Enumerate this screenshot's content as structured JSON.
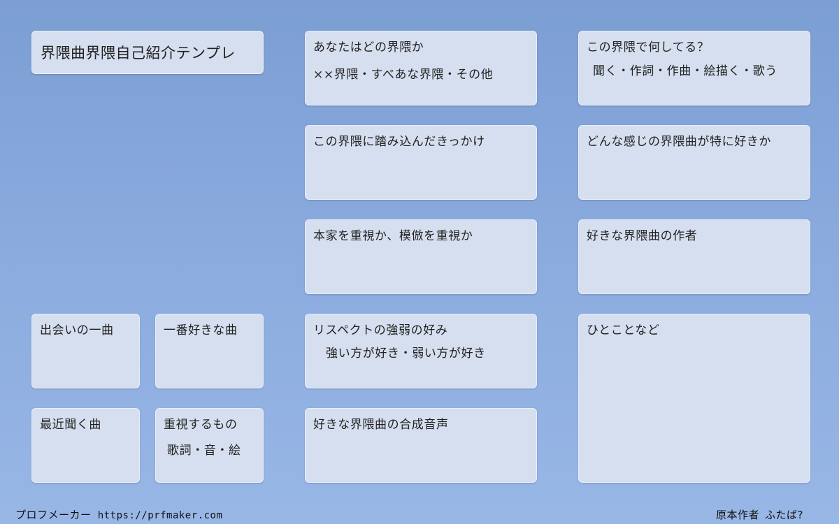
{
  "title": "界隈曲界隈自己紹介テンプレ",
  "questions": {
    "which_kai": {
      "label": "あなたはどの界隈か",
      "options": "××界隈・すべあな界隈・その他"
    },
    "what_do": {
      "label": "この界隈で何してる？",
      "options": "聞く・作詞・作曲・絵描く・歌う"
    },
    "trigger": {
      "label": "この界隈に踏み込んだきっかけ"
    },
    "fav_type": {
      "label": "どんな感じの界隈曲が特に好きか"
    },
    "original_vs_imitation": {
      "label": "本家を重視か、模倣を重視か"
    },
    "fav_creator": {
      "label": "好きな界隈曲の作者"
    },
    "first_song": {
      "label": "出会いの一曲"
    },
    "favorite_song": {
      "label": "一番好きな曲"
    },
    "respect": {
      "label": "リスペクトの強弱の好み",
      "options": "強い方が好き・弱い方が好き"
    },
    "comment": {
      "label": "ひとことなど"
    },
    "recent_song": {
      "label": "最近聞く曲"
    },
    "priority": {
      "label": "重視するもの",
      "options": "歌詞・音・絵"
    },
    "voice": {
      "label": "好きな界隈曲の合成音声"
    }
  },
  "footer": {
    "maker_label": "プロフメーカー",
    "maker_url": "https://prfmaker.com",
    "credit_label": "原本作者",
    "credit_name": "ふたば?"
  }
}
